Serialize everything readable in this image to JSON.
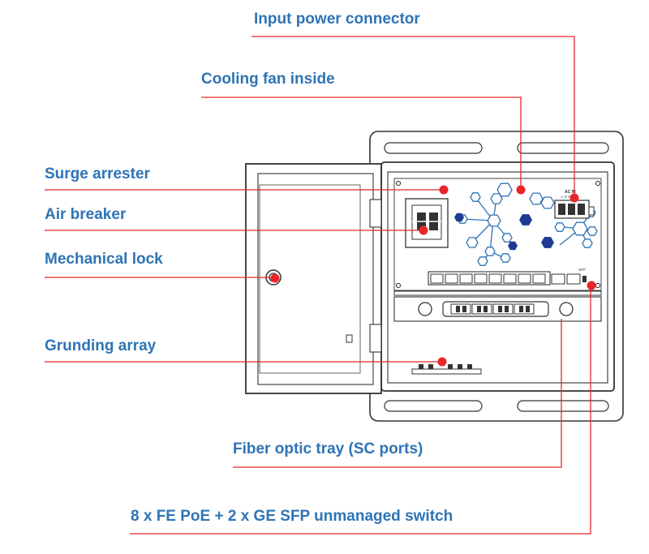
{
  "labels": {
    "input_power": "Input power connector",
    "cooling_fan": "Cooling fan inside",
    "surge": "Surge arrester",
    "air_breaker": "Air breaker",
    "mech_lock": "Mechanical lock",
    "grounding": "Grunding array",
    "fiber_tray": "Fiber optic tray (SC ports)",
    "switch": "8 x FE PoE + 2 x GE SFP unmanaged switch"
  },
  "device_markings": {
    "power_terminal": "AC IN",
    "power_terminal_sub": "L  G  N",
    "sfp_marking": "SFP"
  },
  "colors": {
    "label_text": "#2E74B5",
    "callout_line": "#E8262A",
    "callout_dot": "#E8262A",
    "hex_outline": "#2E74B5",
    "hex_fill": "#1F3A93",
    "outline": "#333333"
  }
}
